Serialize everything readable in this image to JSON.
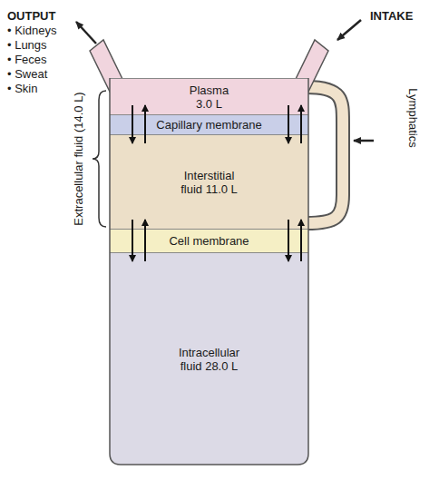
{
  "diagram": {
    "nodes": [
      {
        "text": [
          "Plasma 3.0 L"
        ]
      },
      {
        "text": [
          "Capillary membrane"
        ]
      },
      {
        "text": [
          "Interstitial fluid 11.0 L"
        ]
      },
      {
        "text": [
          "Cell membrane"
        ]
      },
      {
        "text": [
          "Intracellular fluid 28.0 L"
        ]
      }
    ],
    "edges": [
      {
        "from": 0,
        "to": 2,
        "arrow": "to"
      },
      {
        "from": 2,
        "to": 0,
        "arrow": "to"
      },
      {
        "from": 0,
        "to": 2,
        "arrow": "to"
      },
      {
        "from": 2,
        "to": 0,
        "arrow": "to"
      },
      {
        "from": 2,
        "to": 4,
        "arrow": "to"
      },
      {
        "from": 4,
        "to": 2,
        "arrow": "to"
      },
      {
        "from": 2,
        "to": 4,
        "arrow": "to"
      },
      {
        "from": 4,
        "to": 2,
        "arrow": "to"
      }
    ],
    "labels": [
      "OUTPUT",
      "• Kidneys",
      "• Lungs",
      "• Feces",
      "• Sweat",
      "• Skin",
      "INTAKE",
      "Lymphatics",
      "Extracellular fluid (14.0 L)"
    ]
  }
}
